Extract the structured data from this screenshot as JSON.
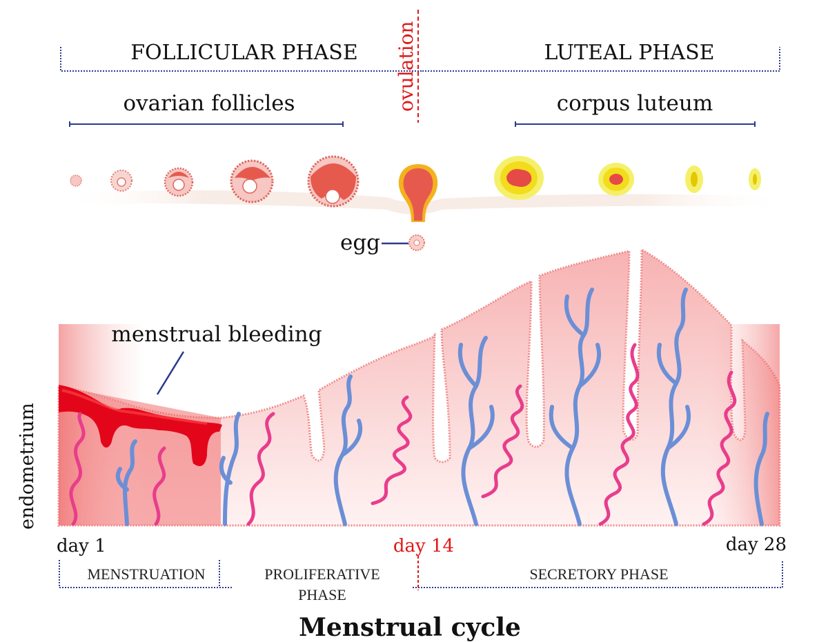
{
  "phases": {
    "follicular": "FOLLICULAR PHASE",
    "ovulation": "ovulation",
    "luteal": "LUTEAL PHASE"
  },
  "structures": {
    "follicles": "ovarian follicles",
    "corpus": "corpus luteum",
    "egg": "egg"
  },
  "labels": {
    "bleeding": "menstrual bleeding",
    "endometrium": "endometrium"
  },
  "days": {
    "start": "day 1",
    "mid": "day 14",
    "end": "day 28"
  },
  "stages": {
    "menstruation": "MENSTRUATION",
    "proliferative_1": "PROLIFERATIVE",
    "proliferative_2": "PHASE",
    "secretory": "SECRETORY PHASE"
  },
  "title": "Menstrual cycle",
  "colors": {
    "bracket": "#2b3a8c",
    "ovulation": "#e01818",
    "tissue": "#f6a3a3",
    "blood": "#e3061b",
    "artery": "#e83d8c",
    "vein": "#6b8fd6",
    "corpus": "#f3e600"
  }
}
